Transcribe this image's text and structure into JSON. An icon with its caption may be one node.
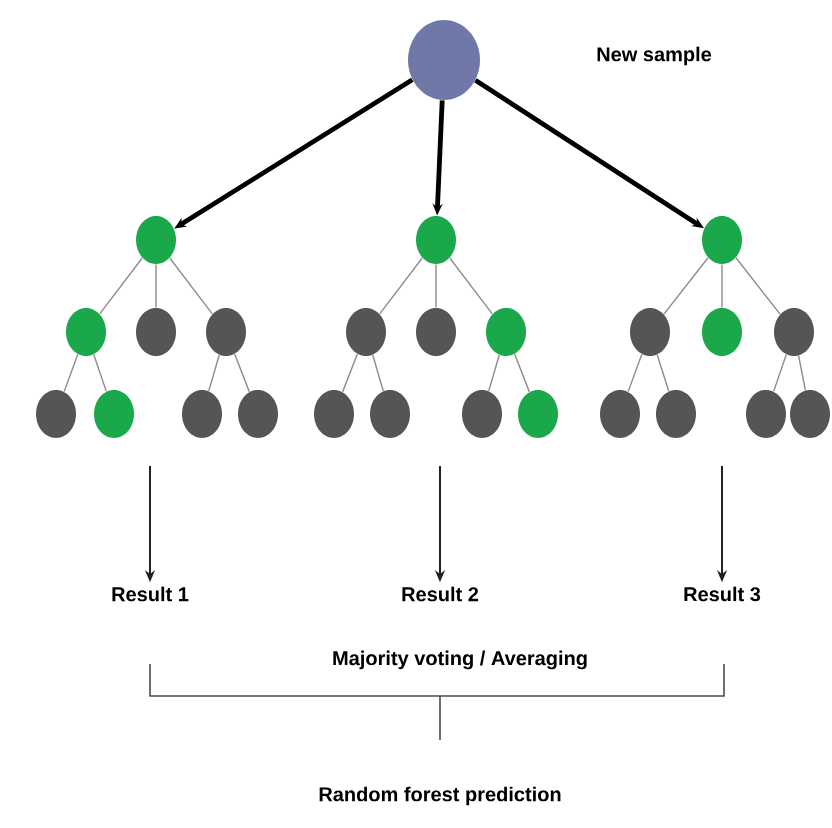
{
  "diagram": {
    "nodes": [
      {
        "text": [],
        "shape": "circle"
      },
      {
        "text": [],
        "shape": "circle"
      },
      {
        "text": [],
        "shape": "circle"
      },
      {
        "text": [],
        "shape": "circle"
      },
      {
        "text": [],
        "shape": "circle"
      },
      {
        "text": [],
        "shape": "circle"
      },
      {
        "text": [],
        "shape": "circle"
      },
      {
        "text": [],
        "shape": "circle"
      },
      {
        "text": [],
        "shape": "circle"
      },
      {
        "text": [],
        "shape": "circle"
      },
      {
        "text": [],
        "shape": "circle"
      },
      {
        "text": [],
        "shape": "circle"
      },
      {
        "text": [],
        "shape": "circle"
      },
      {
        "text": [],
        "shape": "circle"
      },
      {
        "text": [],
        "shape": "circle"
      },
      {
        "text": [],
        "shape": "circle"
      },
      {
        "text": [],
        "shape": "circle"
      },
      {
        "text": [],
        "shape": "circle"
      },
      {
        "text": [],
        "shape": "circle"
      },
      {
        "text": [],
        "shape": "circle"
      },
      {
        "text": [],
        "shape": "circle"
      },
      {
        "text": [],
        "shape": "circle"
      },
      {
        "text": [],
        "shape": "circle"
      },
      {
        "text": [],
        "shape": "circle"
      },
      {
        "text": [],
        "shape": "circle"
      },
      {
        "text": [
          "Result 1"
        ]
      },
      {
        "text": [
          "Result 2"
        ]
      },
      {
        "text": [
          "Result 3"
        ]
      }
    ],
    "edges": [
      {
        "from": 0,
        "to": 1,
        "arrow": "to",
        "style": "thick",
        "color": "#000000"
      },
      {
        "from": 0,
        "to": 9,
        "arrow": "to",
        "style": "thick",
        "color": "#000000"
      },
      {
        "from": 0,
        "to": 17,
        "arrow": "to",
        "style": "thick",
        "color": "#000000"
      },
      {
        "from": 1,
        "to": 2,
        "arrow": "none"
      },
      {
        "from": 1,
        "to": 3,
        "arrow": "none"
      },
      {
        "from": 1,
        "to": 4,
        "arrow": "none"
      },
      {
        "from": 2,
        "to": 5,
        "arrow": "none"
      },
      {
        "from": 2,
        "to": 6,
        "arrow": "none"
      },
      {
        "from": 4,
        "to": 7,
        "arrow": "none"
      },
      {
        "from": 4,
        "to": 8,
        "arrow": "none"
      },
      {
        "from": 9,
        "to": 10,
        "arrow": "none"
      },
      {
        "from": 9,
        "to": 11,
        "arrow": "none"
      },
      {
        "from": 9,
        "to": 12,
        "arrow": "none"
      },
      {
        "from": 10,
        "to": 13,
        "arrow": "none"
      },
      {
        "from": 10,
        "to": 14,
        "arrow": "none"
      },
      {
        "from": 12,
        "to": 15,
        "arrow": "none"
      },
      {
        "from": 12,
        "to": 16,
        "arrow": "none"
      },
      {
        "from": 17,
        "to": 18,
        "arrow": "none"
      },
      {
        "from": 17,
        "to": 19,
        "arrow": "none"
      },
      {
        "from": 17,
        "to": 20,
        "arrow": "none"
      },
      {
        "from": 18,
        "to": 21,
        "arrow": "none"
      },
      {
        "from": 18,
        "to": 22,
        "arrow": "none"
      },
      {
        "from": 20,
        "to": 23,
        "arrow": "none"
      },
      {
        "from": 20,
        "to": 24,
        "arrow": "none"
      },
      {
        "from": null,
        "to": 25,
        "arrow": "to",
        "color": "#222222"
      },
      {
        "from": null,
        "to": 26,
        "arrow": "to",
        "color": "#222222"
      },
      {
        "from": null,
        "to": 27,
        "arrow": "to",
        "color": "#222222"
      }
    ],
    "labels": [
      "New sample",
      "Majority voting / Averaging",
      "Random forest prediction"
    ]
  }
}
